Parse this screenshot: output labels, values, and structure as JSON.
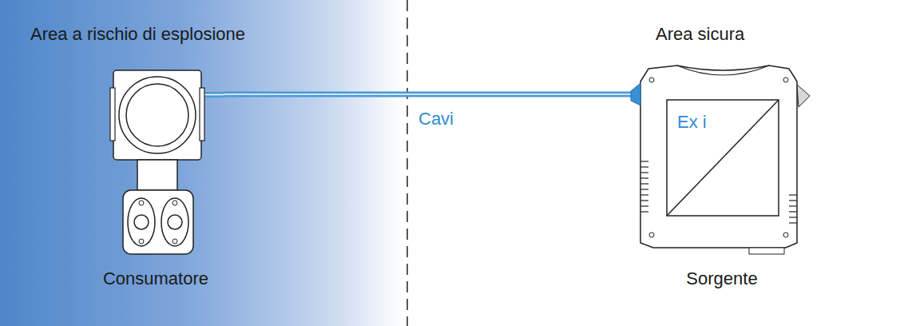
{
  "diagram": {
    "nodes": [
      {
        "text": [
          "Consumatore"
        ]
      },
      {
        "text": [
          "Ex i",
          "Sorgente"
        ]
      }
    ],
    "edges": [
      {
        "from": 0,
        "to": 1,
        "arrow": "none",
        "label": "Cavi"
      }
    ],
    "labels": [
      "Area a rischio di esplosione",
      "Area sicura"
    ]
  }
}
